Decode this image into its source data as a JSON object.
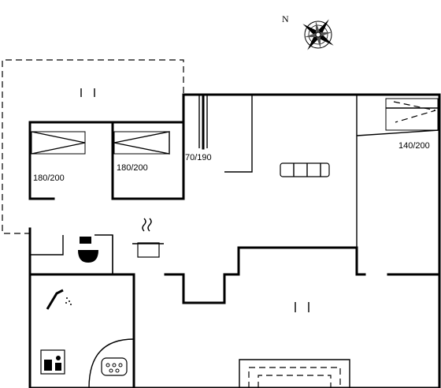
{
  "compass": {
    "north_label": "N"
  },
  "beds": [
    {
      "id": "bedroom-1",
      "size": "180/200"
    },
    {
      "id": "bedroom-2",
      "size": "180/200"
    },
    {
      "id": "bunk-bed",
      "size": "70/190"
    },
    {
      "id": "bedroom-3",
      "size": "140/200"
    }
  ],
  "icons": [
    "compass-rose-icon",
    "sofa-icon",
    "cooking-pot-icon",
    "toilet-icon",
    "shower-icon",
    "sauna-icon",
    "whirlpool-icon",
    "staircase-icon"
  ]
}
